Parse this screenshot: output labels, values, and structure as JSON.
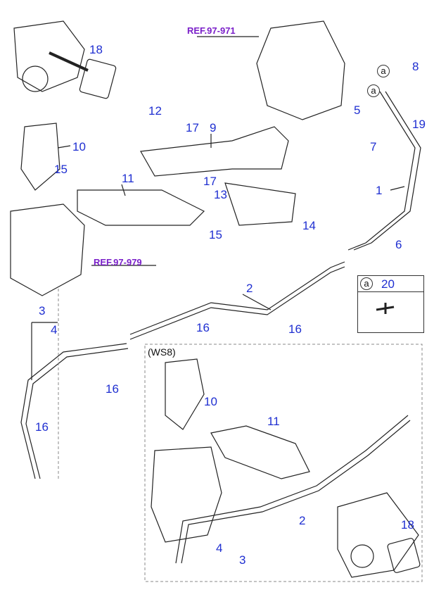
{
  "refs": {
    "ref1": "REF.97-971",
    "ref2": "REF.97-979"
  },
  "variant_label": "(WS8)",
  "legend": {
    "key": "a",
    "part": "20"
  },
  "detail_markers": [
    "a",
    "a"
  ],
  "callouts": [
    "1",
    "2",
    "3",
    "4",
    "5",
    "6",
    "7",
    "8",
    "9",
    "10",
    "11",
    "12",
    "13",
    "14",
    "15",
    "16",
    "17",
    "18",
    "19"
  ],
  "ws8_callouts": [
    "10",
    "11",
    "2",
    "18",
    "4",
    "3"
  ],
  "colors": {
    "callout": "#1f2fd1",
    "ref": "#7a1fc9",
    "line": "#222222",
    "dash": "#888888"
  }
}
